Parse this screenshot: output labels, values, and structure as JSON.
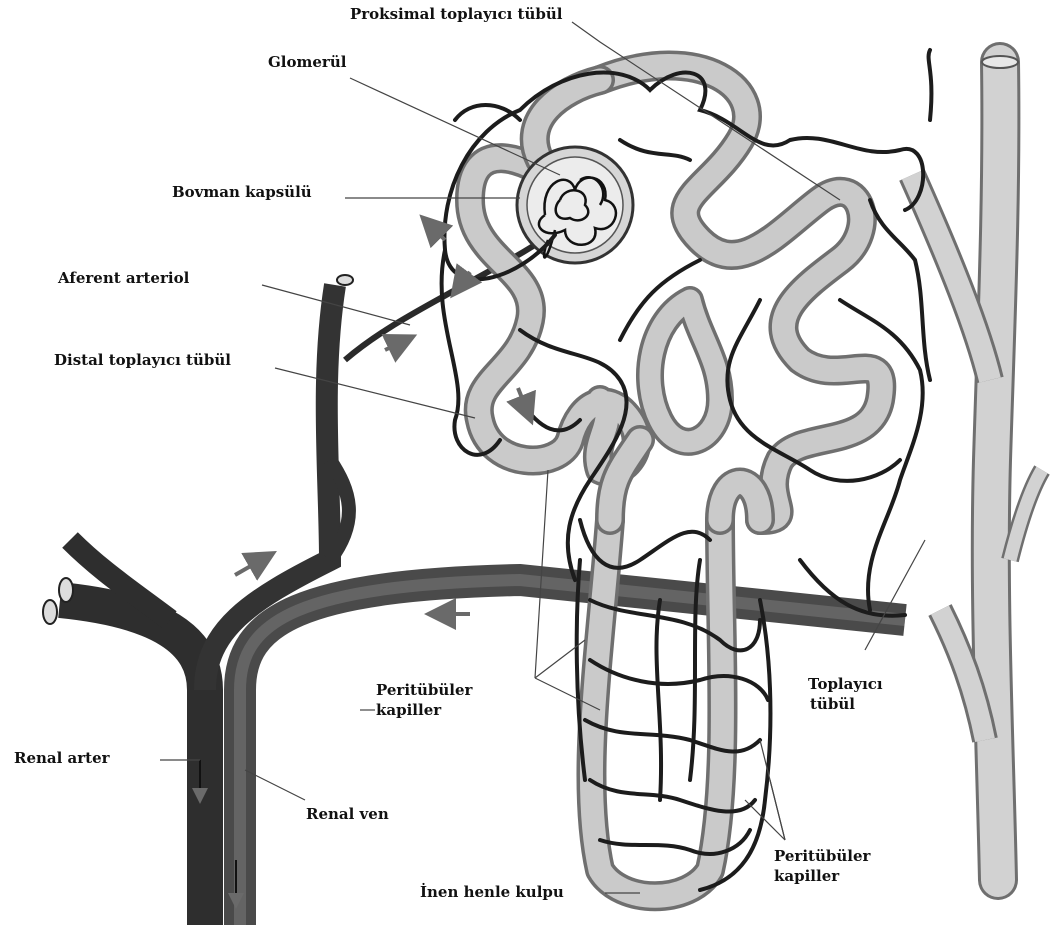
{
  "labels": {
    "proksimal": "Proksimal toplayıcı tübül",
    "glomerul": "Glomerül",
    "bovman": "Bovman kapsülü",
    "aferent": "Aferent arteriol",
    "distal": "Distal toplayıcı tübül",
    "peritubuler_left_1": "Peritübüler",
    "peritubuler_left_2": "kapiller",
    "toplayici_1": "Toplayıcı",
    "toplayici_2": "tübül",
    "renal_arter": "Renal arter",
    "renal_ven": "Renal ven",
    "peritubuler_right_1": "Peritübüler",
    "peritubuler_right_2": "kapiller",
    "henle": "İnen henle kulpu"
  },
  "colors": {
    "background": "#ffffff",
    "artery": "#3a3a3a",
    "vein": "#555555",
    "tubule": "#c9c9c9",
    "tubule_edge": "#6f6f6f",
    "capillary": "#1c1c1c",
    "collecting_duct": "#cfcfcf",
    "leader_line": "#444444"
  }
}
